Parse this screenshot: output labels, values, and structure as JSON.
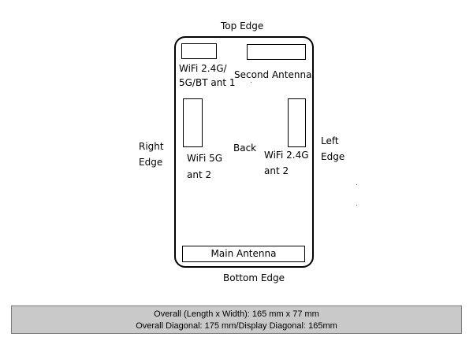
{
  "labels": {
    "top_edge": "Top Edge",
    "bottom_edge": "Bottom Edge",
    "right_edge_line1": "Right",
    "right_edge_line2": "Edge",
    "left_edge_line1": "Left",
    "left_edge_line2": "Edge",
    "back": "Back"
  },
  "antennas": {
    "wifi_bt_ant1_line1": "WiFi 2.4G/",
    "wifi_bt_ant1_line2": "5G/BT ant 1",
    "second_antenna": "Second Antenna",
    "wifi5g_ant2_line1": "WiFi 5G",
    "wifi5g_ant2_line2": "ant 2",
    "wifi24g_ant2_line1": "WiFi 2.4G",
    "wifi24g_ant2_line2": "ant 2",
    "main_antenna": "Main Antenna"
  },
  "specs": {
    "line1": "Overall (Length x Width): 165 mm x 77 mm",
    "line2": "Overall Diagonal: 175 mm/Display Diagonal: 165mm"
  }
}
